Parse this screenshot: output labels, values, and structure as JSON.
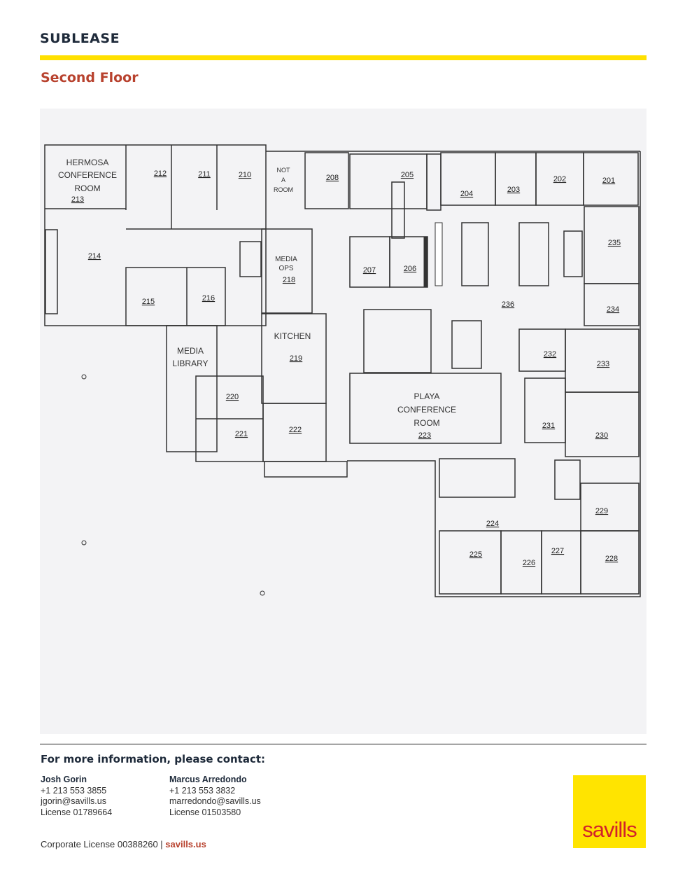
{
  "header": {
    "title": "SUBLEASE",
    "subtitle": "Second Floor"
  },
  "colors": {
    "accent_yellow": "#ffe000",
    "accent_red": "#b8422e",
    "navy": "#1e2a3a",
    "plan_background": "#f3f3f5"
  },
  "floor_plan": {
    "room_names": {
      "hermosa_1": "HERMOSA",
      "hermosa_2": "CONFERENCE",
      "hermosa_3": "ROOM",
      "not_room_1": "NOT",
      "not_room_2": "A",
      "not_room_3": "ROOM",
      "media_ops_1": "MEDIA",
      "media_ops_2": "OPS",
      "media_library_1": "MEDIA",
      "media_library_2": "LIBRARY",
      "kitchen": "KITCHEN",
      "playa_1": "PLAYA",
      "playa_2": "CONFERENCE",
      "playa_3": "ROOM"
    },
    "room_numbers": [
      "201",
      "202",
      "203",
      "204",
      "205",
      "206",
      "207",
      "208",
      "210",
      "211",
      "212",
      "213",
      "214",
      "215",
      "216",
      "218",
      "219",
      "220",
      "221",
      "222",
      "223",
      "224",
      "225",
      "226",
      "227",
      "228",
      "229",
      "230",
      "231",
      "232",
      "233",
      "234",
      "235",
      "236"
    ]
  },
  "contact": {
    "heading": "For more information, please contact:",
    "people": [
      {
        "name": "Josh Gorin",
        "phone": "+1 213 553 3855",
        "email": "jgorin@savills.us",
        "license": "License 01789664"
      },
      {
        "name": "Marcus Arredondo",
        "phone": "+1 213 553 3832",
        "email": "marredondo@savills.us",
        "license": "License 01503580"
      }
    ]
  },
  "footer": {
    "corporate": "Corporate License 00388260 | ",
    "website": "savills.us"
  },
  "logo": {
    "text": "savills"
  }
}
